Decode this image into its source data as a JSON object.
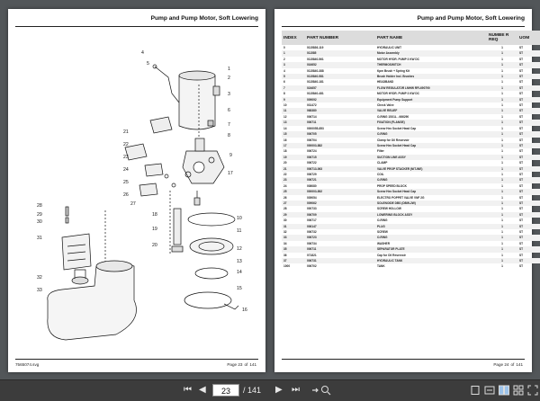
{
  "document": {
    "title": "Pump and Pump Motor, Soft Lowering",
    "file_label": "7565074.svg",
    "left_page": {
      "label": "Page 23",
      "of": "of",
      "total": "141"
    },
    "right_page": {
      "label": "Page 24",
      "of": "of",
      "total": "141"
    }
  },
  "diagram_callouts": [
    "1",
    "2",
    "3",
    "4",
    "5",
    "6",
    "7",
    "8",
    "9",
    "10",
    "11",
    "12",
    "13",
    "14",
    "15",
    "16",
    "17",
    "18",
    "19",
    "20",
    "21",
    "22",
    "23",
    "24",
    "25",
    "26",
    "27",
    "28",
    "29",
    "30",
    "31",
    "32",
    "33"
  ],
  "table": {
    "headers": {
      "index": "INDEX",
      "part_number": "PART NUMBER",
      "part_name": "PART NAME",
      "number_req": "NUMBE R REQ",
      "uom": "UOM"
    },
    "rows": [
      [
        "0",
        "0115836-119",
        "HYDRAULIC UNIT",
        "1",
        "ST"
      ],
      [
        "1",
        "011585",
        "Motor Assembly",
        "1",
        "ST"
      ],
      [
        "2",
        "0115840-561",
        "MOTOR HYDR. PUMP 3 KW DC",
        "1",
        "ST"
      ],
      [
        "3",
        "016652",
        "THERMOSWITCH",
        "1",
        "ST"
      ],
      [
        "4",
        "0115840-388",
        "Kpm Brush + Spring Kit",
        "1",
        "ST"
      ],
      [
        "5",
        "0115840-581",
        "Brush Holder Incl. Brushes",
        "1",
        "ST"
      ],
      [
        "6",
        "0115840-181",
        "HEADBAND",
        "1",
        "ST"
      ],
      [
        "7",
        "024657",
        "FLOW REGULATOR LMHW RFL690790",
        "1",
        "ST"
      ],
      [
        "8",
        "0115840-481",
        "MOTOR HYDR. PUMP 3 KW DC",
        "1",
        "ST"
      ],
      [
        "9",
        "009092",
        "Equipment Pump Support",
        "1",
        "ST"
      ],
      [
        "10",
        "031472",
        "Check Valve",
        "1",
        "ST"
      ],
      [
        "11",
        "068380",
        "VALVE RELIEF",
        "1",
        "ST"
      ],
      [
        "12",
        "006714",
        "O-RING 15X1L - 666290",
        "1",
        "ST"
      ],
      [
        "13",
        "006711",
        "FIXATION (FLANGE)",
        "1",
        "ST"
      ],
      [
        "14",
        "0000055-853",
        "Screw Hex Socket Head Cap",
        "1",
        "ST"
      ],
      [
        "15",
        "006705",
        "O-RING",
        "1",
        "ST"
      ],
      [
        "16",
        "006704",
        "Clamp for Oil Reservoir",
        "1",
        "ST"
      ],
      [
        "17",
        "000003-882",
        "Screw Hex Socket Head Cap",
        "1",
        "ST"
      ],
      [
        "18",
        "006724",
        "Filter",
        "1",
        "ST"
      ],
      [
        "19",
        "006715",
        "SUCTION LINE ASSY",
        "1",
        "ST"
      ],
      [
        "20",
        "006722",
        "CLAMP",
        "1",
        "ST"
      ],
      [
        "21",
        "006713-063",
        "VALVE PROP STACKER (NIT-INE)",
        "1",
        "ST"
      ],
      [
        "22",
        "006729",
        "COIL",
        "1",
        "ST"
      ],
      [
        "23",
        "006721",
        "O-RING",
        "1",
        "ST"
      ],
      [
        "24",
        "008080",
        "PROP SPEED BLOCK",
        "1",
        "ST"
      ],
      [
        "25",
        "000003-892",
        "Screw Hex Socket Head Cap",
        "1",
        "ST"
      ],
      [
        "26",
        "039054",
        "ELECTRO POPPET VALVE VNF 2G",
        "1",
        "ST"
      ],
      [
        "27",
        "009062",
        "SOLENOIDE DBS (DBW-2W)",
        "1",
        "ST"
      ],
      [
        "28",
        "000733",
        "SCREW HOLLOW",
        "1",
        "ST"
      ],
      [
        "29",
        "006709",
        "LOWERING BLOCK ASSY",
        "1",
        "ST"
      ],
      [
        "30",
        "006717",
        "O-RING",
        "1",
        "ST"
      ],
      [
        "31",
        "006147",
        "PLUG",
        "1",
        "ST"
      ],
      [
        "32",
        "006732",
        "SCREW",
        "1",
        "ST"
      ],
      [
        "33",
        "006723",
        "O-RING",
        "1",
        "ST"
      ],
      [
        "34",
        "006734",
        "WASHER",
        "1",
        "ST"
      ],
      [
        "35",
        "006711",
        "SEPARATOR PLATE",
        "1",
        "ST"
      ],
      [
        "36",
        "071821",
        "Cap for Oil Reservoir",
        "1",
        "ST"
      ],
      [
        "37",
        "006731",
        "HYDRAULIC TANK",
        "1",
        "ST"
      ],
      [
        "1000",
        "006702",
        "TANK",
        "1",
        "ST"
      ]
    ]
  },
  "toolbar": {
    "current_page": "23",
    "separator": "/",
    "total_pages": "141",
    "first_icon": "first-page-icon",
    "prev_icon": "previous-page-icon",
    "next_icon": "next-page-icon",
    "last_icon": "last-page-icon"
  }
}
